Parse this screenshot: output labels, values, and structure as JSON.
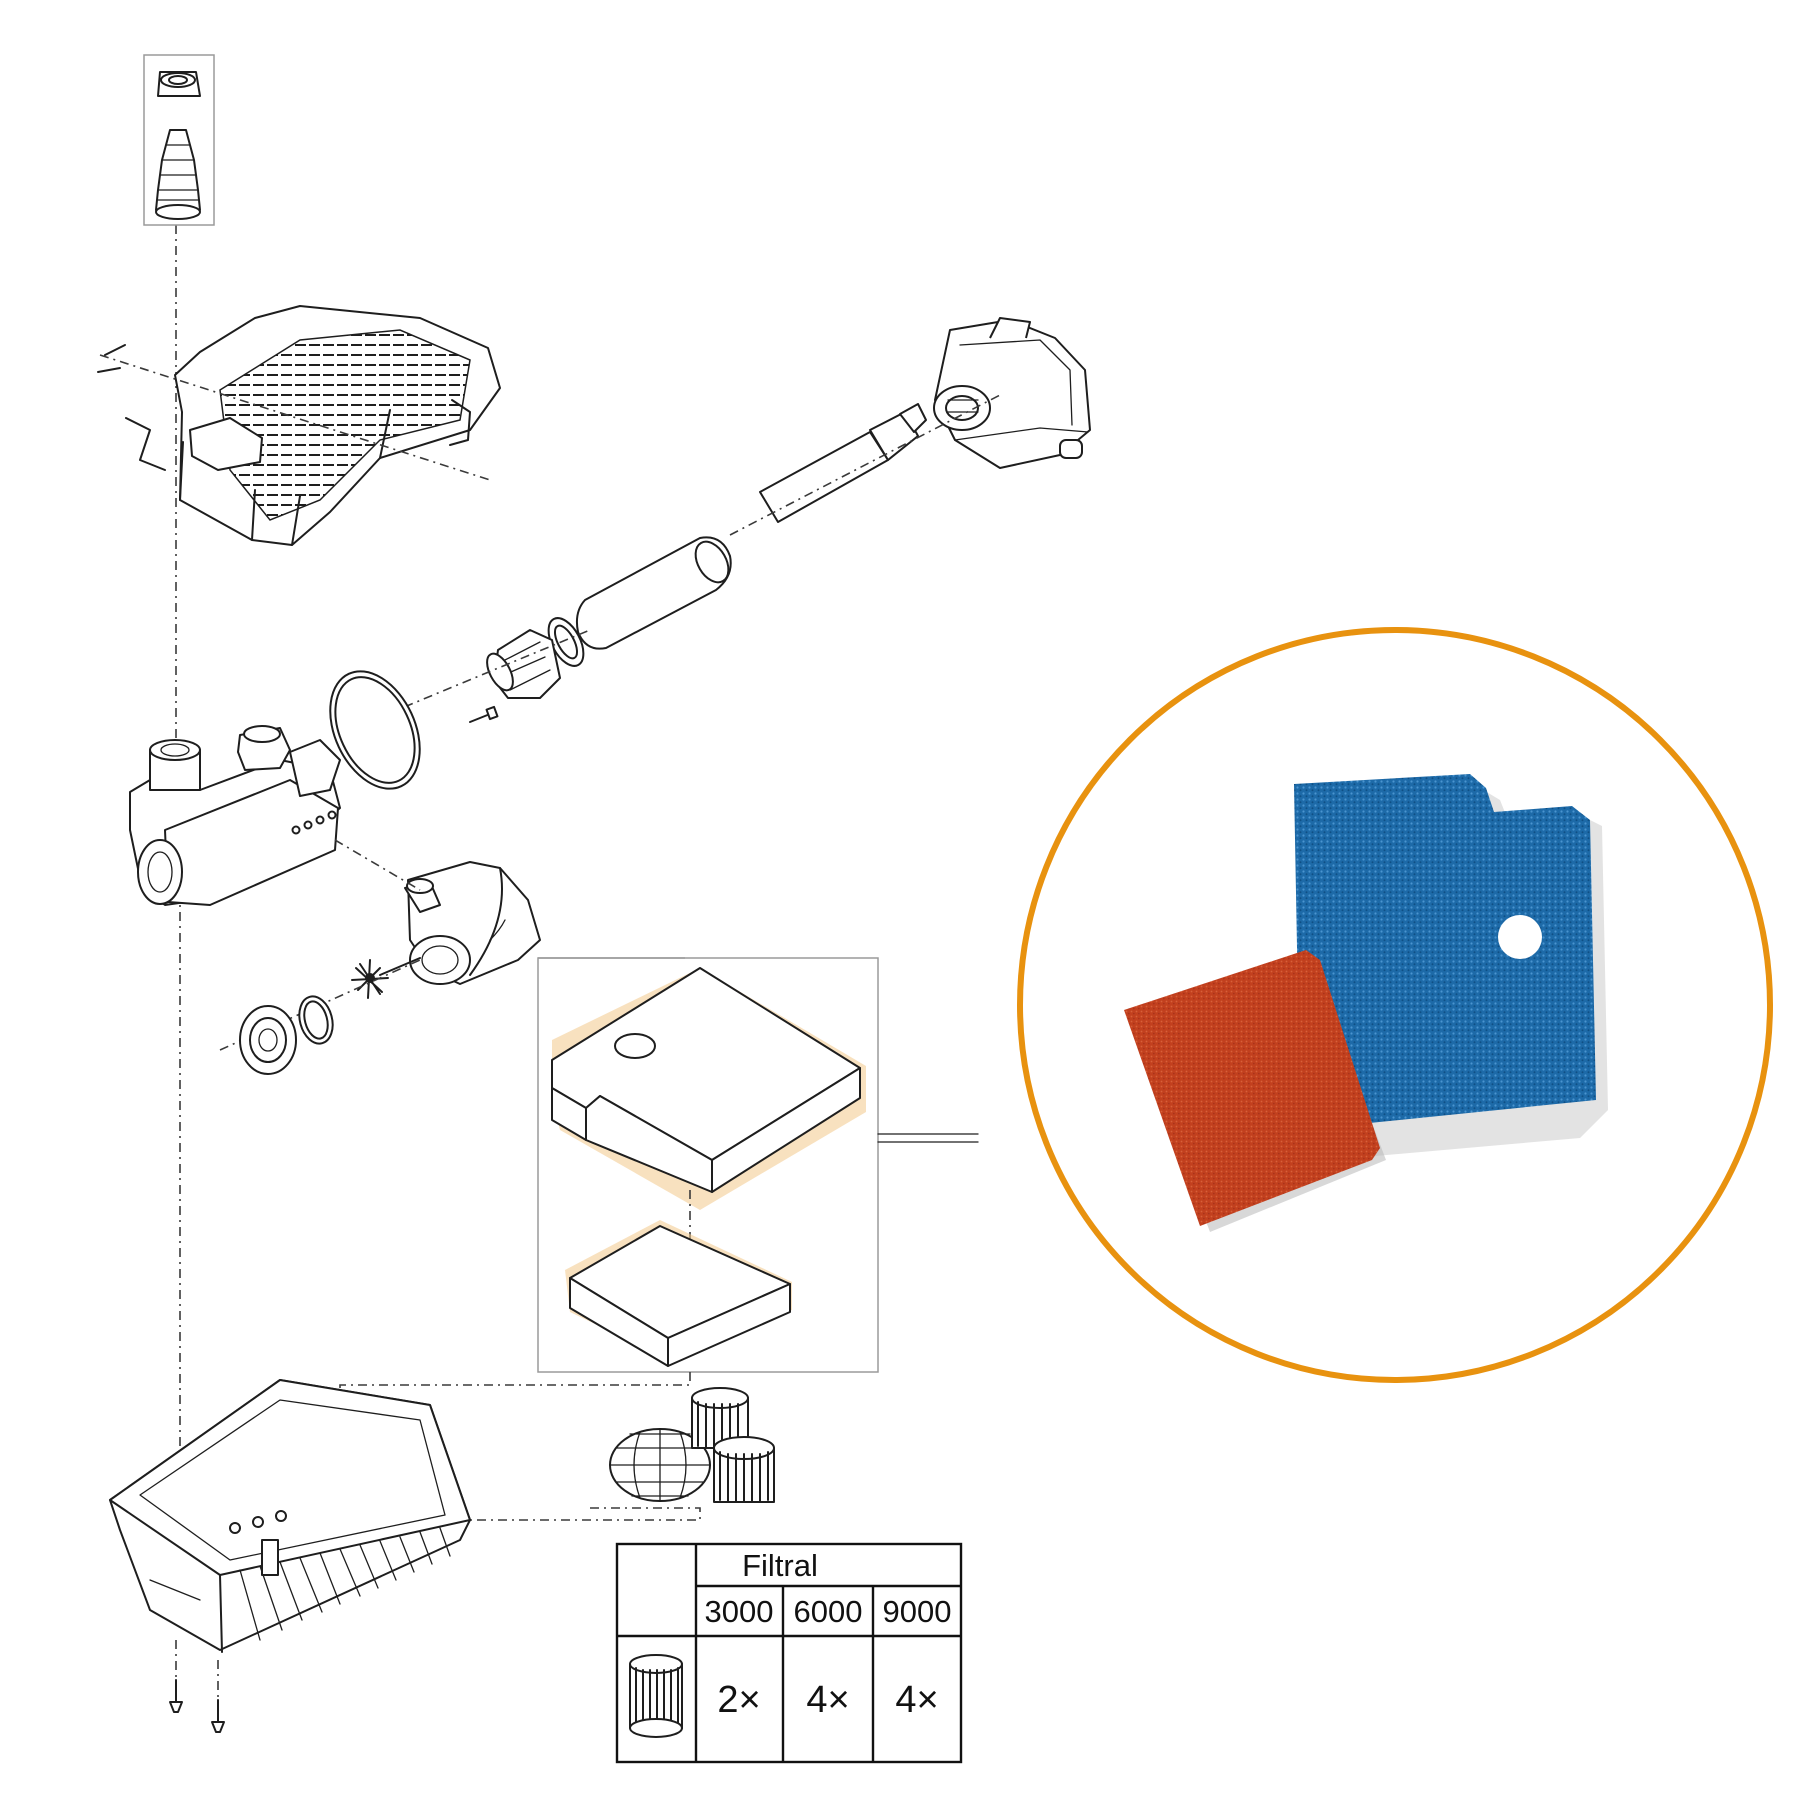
{
  "colors": {
    "foam_tint": "#f2c98a",
    "ring": "#e8920f",
    "blue_sponge": "#1e6fae",
    "red_sponge": "#c4411f"
  },
  "icons": {
    "bio_media": "bio-ball-icon",
    "pump": "pump-icon",
    "uvc_lamp": "uvc-lamp-icon"
  },
  "table": {
    "header": "Filtral",
    "models": [
      "3000",
      "6000",
      "9000"
    ],
    "quantities": [
      "2×",
      "4×",
      "4×"
    ]
  }
}
